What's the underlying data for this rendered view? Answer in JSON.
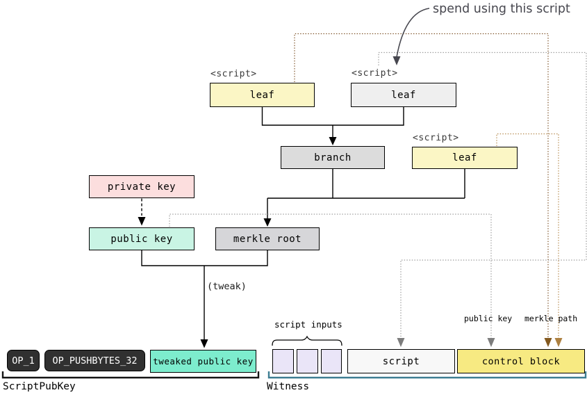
{
  "annotation": {
    "spend_note": "spend using this script"
  },
  "labels": {
    "script_tag": "<script>",
    "tweak": "(tweak)",
    "script_inputs": "script inputs",
    "public_key_small": "public key",
    "merkle_path_small": "merkle path",
    "script_pub_key_section": "ScriptPubKey",
    "witness_section": "Witness"
  },
  "nodes": {
    "leaf1": "leaf",
    "leaf2": "leaf",
    "branch": "branch",
    "leaf3": "leaf",
    "private_key": "private key",
    "public_key": "public key",
    "merkle_root": "merkle root",
    "tweaked_public_key": "tweaked public key",
    "script": "script",
    "control_block": "control block"
  },
  "script_pub_key": {
    "ops": [
      "OP_1",
      "OP_PUSHBYTES_32"
    ]
  },
  "witness": {
    "input_count": 3
  },
  "colors": {
    "leaf_yellow": "#fbf6c5",
    "leaf_gray": "#efefef",
    "branch_gray": "#dcdcdc",
    "merkle_gray": "#d6d6d9",
    "private_pink": "#fcdede",
    "public_mint": "#c9f4e4",
    "tweaked_turquoise": "#7deccd",
    "input_lavender": "#eae5f8",
    "script_white": "#f8f8f8",
    "control_yellow": "#f7ea82",
    "op_dark": "#303030",
    "witness_bracket": "#3d7d92",
    "dotted_gray": "#999999",
    "arrow_gray": "#7d7d7d",
    "dark_brown": "#7a4e22",
    "dark_brown_arrow": "#84591f",
    "tan": "#b3874a",
    "tan_arrow": "#ad8040",
    "arrow_dark": "#47474f"
  }
}
